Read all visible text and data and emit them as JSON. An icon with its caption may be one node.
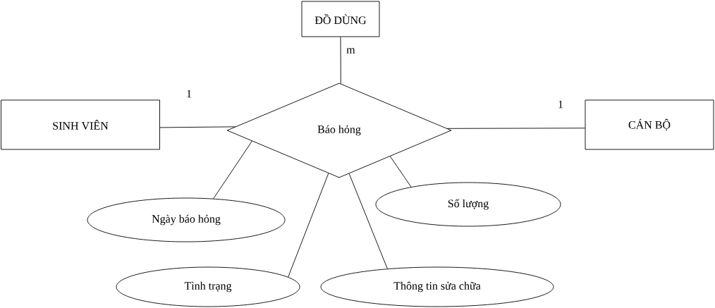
{
  "diagram": {
    "nodes": [
      {
        "text": [
          "ĐỒ DÙNG"
        ]
      },
      {
        "text": [
          "SINH VIÊN"
        ]
      },
      {
        "text": [
          "Báo hỏng"
        ]
      },
      {
        "text": [
          "CÁN BỘ"
        ]
      },
      {
        "text": [
          "Ngày báo hỏng"
        ]
      },
      {
        "text": [
          "Số lượng"
        ]
      },
      {
        "text": [
          "Tình trạng"
        ]
      },
      {
        "text": [
          "Thông tin sửa chữa"
        ]
      }
    ],
    "edges": [
      {
        "from": 0,
        "to": 2,
        "arrow": "none",
        "label": "m"
      },
      {
        "from": 1,
        "to": 2,
        "arrow": "none",
        "label": "1"
      },
      {
        "from": 2,
        "to": 3,
        "arrow": "none",
        "label": "1"
      },
      {
        "from": 2,
        "to": 4,
        "arrow": "none"
      },
      {
        "from": 2,
        "to": 5,
        "arrow": "none"
      },
      {
        "from": 2,
        "to": 6,
        "arrow": "none"
      },
      {
        "from": 2,
        "to": 7,
        "arrow": "none"
      }
    ]
  }
}
